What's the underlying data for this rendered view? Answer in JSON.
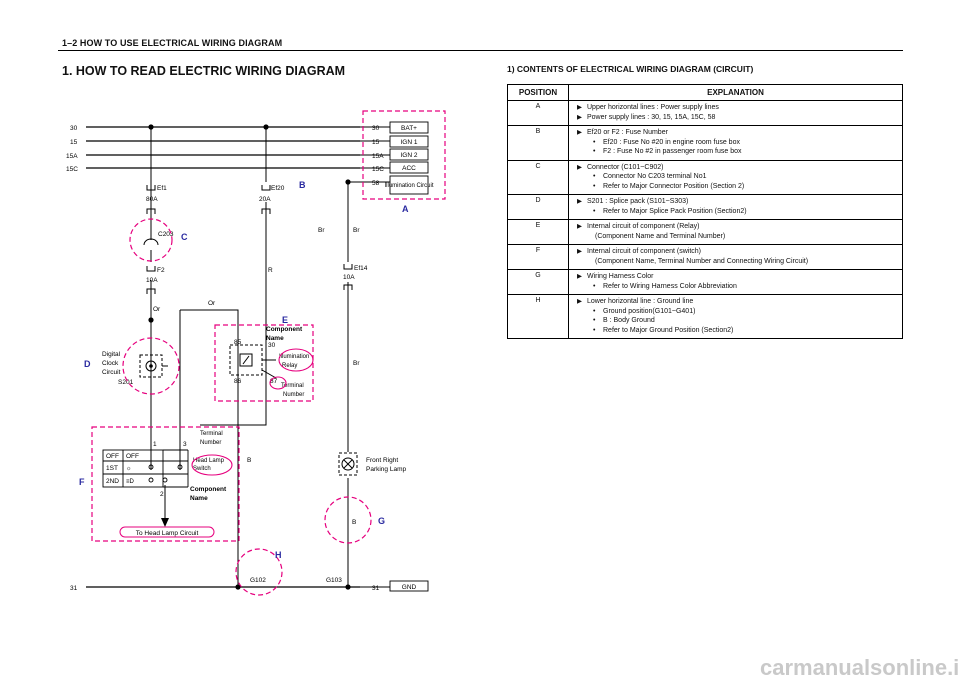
{
  "header": {
    "page_ref": "1–2  HOW TO USE ELECTRICAL WIRING DIAGRAM",
    "title": "1. HOW TO READ ELECTRIC WIRING DIAGRAM"
  },
  "diagram": {
    "supply_lines_left": [
      "30",
      "15",
      "15A",
      "15C"
    ],
    "supply_lines_right": [
      "30",
      "15",
      "15A",
      "15C",
      "58"
    ],
    "supply_boxes": [
      "BAT+",
      "IGN 1",
      "IGN 2",
      "ACC",
      "Illumination Circuit"
    ],
    "fuses": {
      "ef1": {
        "name": "Ef1",
        "rating": "80A"
      },
      "ef20": {
        "name": "Ef20",
        "rating": "20A"
      },
      "f2": {
        "name": "F2",
        "rating": "10A"
      },
      "ef14": {
        "name": "Ef14",
        "rating": "10A"
      }
    },
    "connector": "C203",
    "splice": "S201",
    "digital_clock": [
      "Digital",
      "Clock",
      "Circuit"
    ],
    "wire_colors": {
      "or1": "Or",
      "or2": "Or",
      "r": "R",
      "br1": "Br",
      "br2": "Br",
      "br3": "Br",
      "b1": "B",
      "b2": "B"
    },
    "relay": {
      "component_name": [
        "Component",
        "Name"
      ],
      "pins": [
        "85",
        "30",
        "86",
        "87"
      ],
      "label": [
        "Illumination",
        "Relay"
      ],
      "terminal_number": [
        "Terminal",
        "Number"
      ]
    },
    "switch": {
      "terminal_number": [
        "Terminal",
        "Number"
      ],
      "pins": [
        "1",
        "3",
        "2"
      ],
      "rows": [
        "OFF",
        "OFF",
        "1ST",
        "2ND"
      ],
      "label": [
        "Head Lamp",
        "Switch"
      ],
      "component_name": [
        "Component",
        "Name"
      ],
      "to_circuit": "To Head Lamp Circuit"
    },
    "lamp": [
      "Front Right",
      "Parking Lamp"
    ],
    "grounds": [
      "G102",
      "G103"
    ],
    "ground_line_left": "31",
    "ground_line_right": "31",
    "gnd_box": "GND",
    "callouts": [
      "A",
      "B",
      "C",
      "D",
      "E",
      "F",
      "G",
      "H"
    ]
  },
  "explanation": {
    "title": "1) CONTENTS OF ELECTRICAL WIRING DIAGRAM (CIRCUIT)",
    "col_position": "POSITION",
    "col_explanation": "EXPLANATION",
    "rows": [
      {
        "pos": "A",
        "lines": [
          {
            "kind": "arrow",
            "text": "Upper horizontal lines : Power supply lines"
          },
          {
            "kind": "arrow",
            "text": "Power supply lines : 30, 15, 15A, 15C, 58"
          }
        ]
      },
      {
        "pos": "B",
        "lines": [
          {
            "kind": "arrow",
            "text": "Ef20 or F2 : Fuse Number"
          },
          {
            "kind": "bullet",
            "text": "Ef20 : Fuse No #20 in engine room fuse box"
          },
          {
            "kind": "bullet",
            "text": "F2 : Fuse No #2 in passenger room fuse box"
          }
        ]
      },
      {
        "pos": "C",
        "lines": [
          {
            "kind": "arrow",
            "text": "Connector (C101~C902)"
          },
          {
            "kind": "bullet",
            "text": "Connector No C203 terminal No1"
          },
          {
            "kind": "bullet",
            "text": "Refer to Major Connector Position (Section 2)"
          }
        ]
      },
      {
        "pos": "D",
        "lines": [
          {
            "kind": "arrow",
            "text": "S201 : Splice pack (S101~S303)"
          },
          {
            "kind": "bullet",
            "text": "Refer to Major Splice Pack Position (Section2)"
          }
        ]
      },
      {
        "pos": "E",
        "lines": [
          {
            "kind": "arrow",
            "text": "Internal circuit of component (Relay)"
          },
          {
            "kind": "cont",
            "text": "(Component Name and Terminal Number)"
          }
        ]
      },
      {
        "pos": "F",
        "lines": [
          {
            "kind": "arrow",
            "text": "Internal circuit of component (switch)"
          },
          {
            "kind": "cont",
            "text": "(Component Name, Terminal Number and Connecting Wiring Circuit)"
          }
        ]
      },
      {
        "pos": "G",
        "lines": [
          {
            "kind": "arrow",
            "text": "Wiring Harness Color"
          },
          {
            "kind": "bullet",
            "text": "Refer to Wiring Harness Color Abbreviation"
          }
        ]
      },
      {
        "pos": "H",
        "lines": [
          {
            "kind": "arrow",
            "text": "Lower horizontal line : Ground line"
          },
          {
            "kind": "bullet",
            "text": "Ground position(G101~G401)"
          },
          {
            "kind": "bullet",
            "text": "B : Body Ground"
          },
          {
            "kind": "bullet",
            "text": "Refer to Major Ground Position (Section2)"
          }
        ]
      }
    ]
  },
  "watermark": "carmanualsonline.info",
  "colors": {
    "callout": "#e6007e",
    "ink": "#111111",
    "label": "#2a2aa0"
  }
}
